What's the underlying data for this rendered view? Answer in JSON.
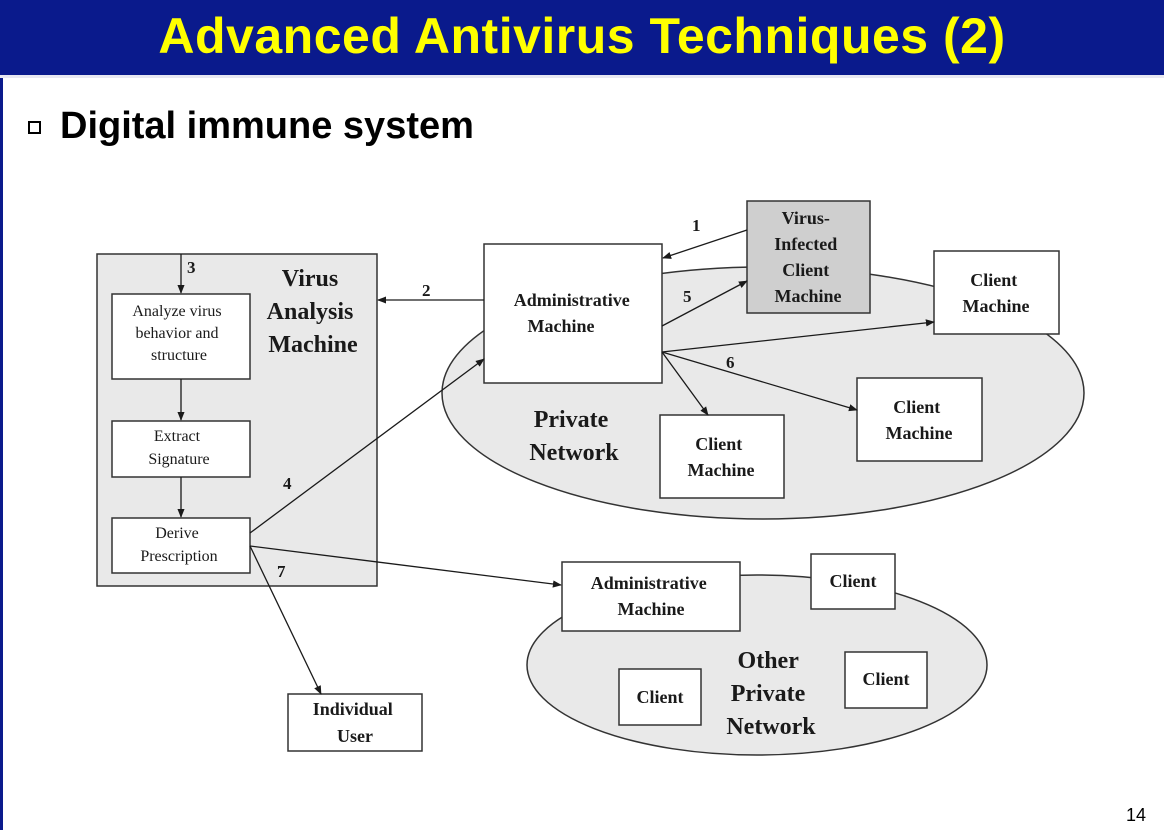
{
  "slide": {
    "title": "Advanced Antivirus Techniques (2)",
    "bullet": "Digital immune system",
    "page_number": "14"
  },
  "colors": {
    "header_background": "#0a1a8c",
    "title_text": "#ffff00",
    "panel_fill": "#e9e9e9",
    "infected_fill": "#cfcfcf"
  },
  "diagram": {
    "virus_analysis_machine": [
      "Virus",
      "Analysis",
      "Machine"
    ],
    "analyze_box": [
      "Analyze virus",
      "behavior and",
      "structure"
    ],
    "extract_box": [
      "Extract",
      "Signature"
    ],
    "derive_box": [
      "Derive",
      "Prescription"
    ],
    "admin_machine": [
      "Administrative",
      "Machine"
    ],
    "infected_machine": [
      "Virus-",
      "Infected",
      "Client",
      "Machine"
    ],
    "client_machine_1": [
      "Client",
      "Machine"
    ],
    "client_machine_2": [
      "Client",
      "Machine"
    ],
    "client_machine_3": [
      "Client",
      "Machine"
    ],
    "private_network": [
      "Private",
      "Network"
    ],
    "other_admin_machine": [
      "Administrative",
      "Machine"
    ],
    "other_client_1": "Client",
    "other_client_2": "Client",
    "other_client_3": "Client",
    "other_private_network": [
      "Other",
      "Private",
      "Network"
    ],
    "individual_user": [
      "Individual",
      "User"
    ],
    "step_labels": [
      "1",
      "2",
      "3",
      "4",
      "5",
      "6",
      "7"
    ]
  }
}
